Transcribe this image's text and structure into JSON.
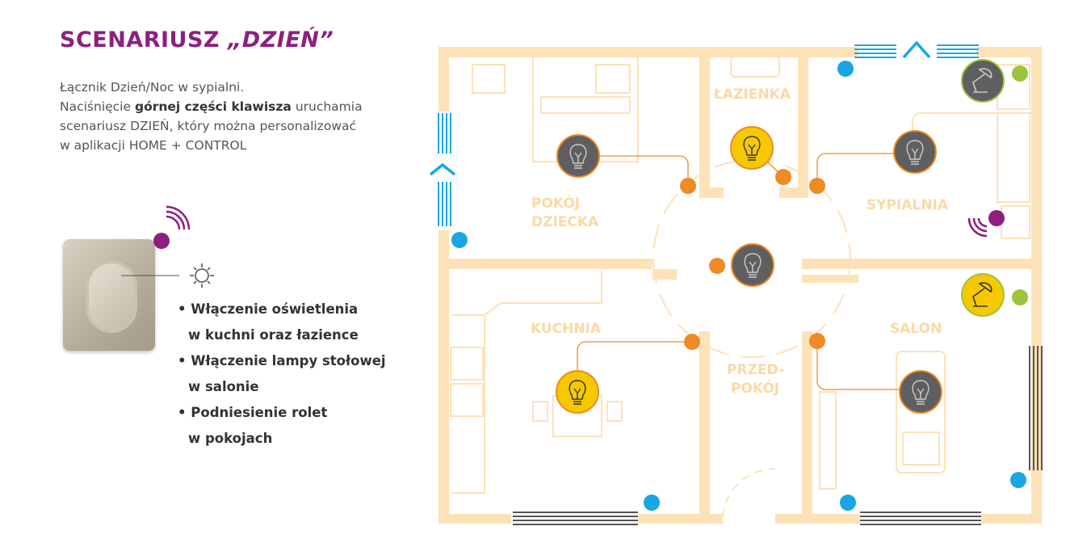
{
  "header": {
    "title_plain": "SCENARIUSZ ",
    "title_emph": "„DZIEŃ”"
  },
  "intro": {
    "line1": "Łącznik Dzień/Noc w sypialni.",
    "line2_pre": "Naciśnięcie ",
    "line2_bold": "górnej części klawisza",
    "line2_post": " uruchamia",
    "line3": "scenariusz DZIEŃ, który można personalizować",
    "line4": "w aplikacji HOME + CONTROL"
  },
  "bullets": [
    {
      "line1": "• Włączenie oświetlenia",
      "line2": "w kuchni oraz łazience"
    },
    {
      "line1": "• Włączenie lampy stołowej",
      "line2": "w salonie"
    },
    {
      "line1": "• Podniesienie rolet",
      "line2": "w pokojach"
    }
  ],
  "rooms": {
    "child1": "POKÓJ",
    "child2": "DZIECKA",
    "bathroom": "ŁAZIENKA",
    "bedroom": "SYPIALNIA",
    "kitchen": "KUCHNIA",
    "living": "SALON",
    "hall1": "PRZED-",
    "hall2": "POKÓJ"
  },
  "icons": {
    "sun": "sun-icon",
    "bulb": "light-bulb-icon",
    "lamp": "desk-lamp-icon",
    "wireless": "wireless-signal-icon",
    "shutter": "shutter-up-chevron-icon"
  },
  "colors": {
    "title": "#8e1f7f",
    "wall": "#fde2b8",
    "bulb_on": "#f6c800",
    "bulb_off": "#5f5f61",
    "connector": "#f08a24",
    "shutter": "#1aa6e4",
    "plug": "#9bc53d",
    "switch": "#8e1f7f"
  },
  "lights": [
    {
      "room": "child",
      "on": false
    },
    {
      "room": "bathroom",
      "on": true
    },
    {
      "room": "bedroom",
      "on": false
    },
    {
      "room": "hall",
      "on": false
    },
    {
      "room": "kitchen",
      "on": true
    },
    {
      "room": "living",
      "on": false
    }
  ],
  "lamps": [
    {
      "room": "bedroom",
      "on": false
    },
    {
      "room": "living",
      "on": true
    }
  ]
}
